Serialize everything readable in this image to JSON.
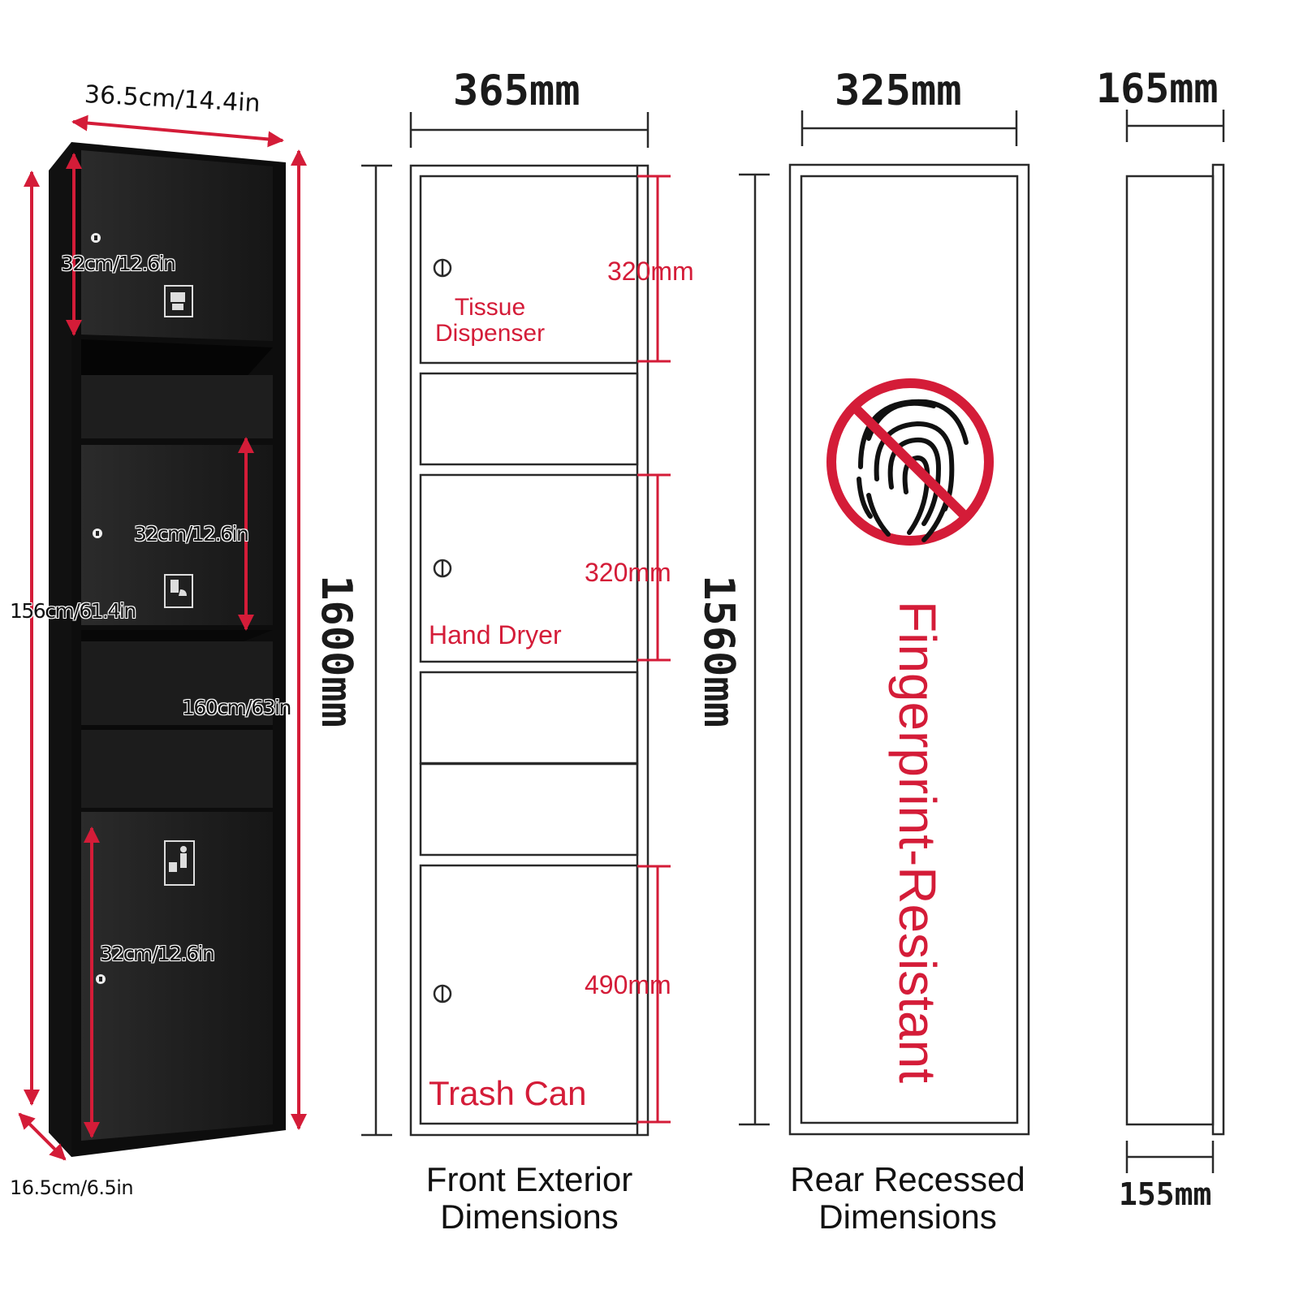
{
  "photo": {
    "width_label": "36.5cm/14.4in",
    "tissue_height_label": "32cm/12.6in",
    "dryer_height_label": "32cm/12.6in",
    "trash_height_label": "32cm/12.6in",
    "inner_height_label": "156cm/61.4in",
    "outer_height_label": "160cm/63in",
    "depth_label": "16.5cm/6.5in"
  },
  "front": {
    "width_label": "365mm",
    "height_label": "1600mm",
    "tissue_section_label": "320mm",
    "dryer_section_label": "320mm",
    "trash_section_label": "490mm",
    "tissue_name": "Tissue\nDispenser",
    "dryer_name": "Hand Dryer",
    "trash_name": "Trash Can",
    "caption": "Front Exterior\nDimensions"
  },
  "rear": {
    "width_label": "325mm",
    "height_label": "1560mm",
    "feature_text": "Fingerprint-Resistant",
    "caption": "Rear Recessed\nDimensions"
  },
  "side": {
    "outer_depth_label": "165mm",
    "inner_depth_label": "155mm"
  },
  "icons": {
    "no_fingerprint": "no-fingerprint-icon",
    "lock": "lock-icon",
    "tissue": "tissue-icon",
    "dryer": "hand-dryer-icon",
    "trash": "trash-icon"
  },
  "colors": {
    "accent_red": "#d41c38",
    "cabinet_black": "#1c1c1c",
    "outline": "#2a2a2a"
  }
}
